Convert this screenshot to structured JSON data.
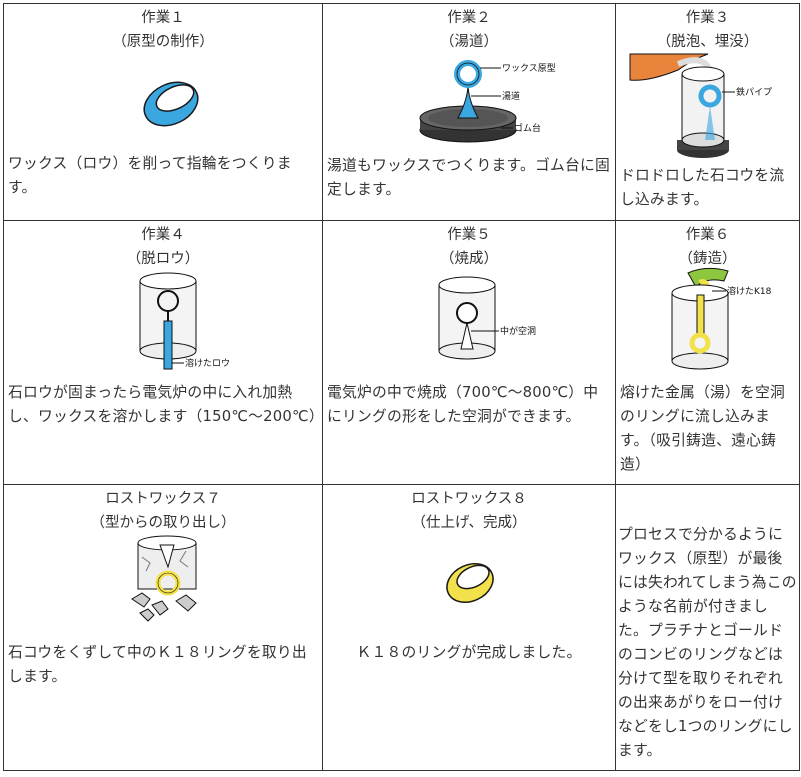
{
  "cells": [
    {
      "title": "作業１",
      "subtitle": "（原型の制作）",
      "text": "ワックス（ロウ）を削って指輪をつくります。"
    },
    {
      "title": "作業２",
      "subtitle": "（湯道）",
      "text": "湯道もワックスでつくります。ゴム台に固定します。",
      "labels": {
        "wax": "ワックス原型",
        "sprue": "湯道",
        "base": "ゴム台"
      }
    },
    {
      "title": "作業３",
      "subtitle": "（脱泡、埋没）",
      "text": "ドロドロした石コウを流し込みます。",
      "labels": {
        "pipe": "鉄パイプ"
      }
    },
    {
      "title": "作業４",
      "subtitle": "（脱ロウ）",
      "text": "石ロウが固まったら電気炉の中に入れ加熱し、ワックスを溶かします（150℃～200℃）",
      "labels": {
        "melt": "溶けたロウ"
      }
    },
    {
      "title": "作業５",
      "subtitle": "（焼成）",
      "text": "電気炉の中で焼成（700℃～800℃）中にリングの形をした空洞ができます。",
      "labels": {
        "hollow": "中が空洞"
      }
    },
    {
      "title": "作業６",
      "subtitle": "（鋳造）",
      "text": "熔けた金属（湯）を空洞のリングに流し込みます。（吸引鋳造、遠心鋳造）",
      "labels": {
        "melt": "溶けたK18"
      }
    },
    {
      "title": "ロストワックス７",
      "subtitle": "（型からの取り出し）",
      "text": "石コウをくずして中のＫ１８リングを取り出します。"
    },
    {
      "title": "ロストワックス８",
      "subtitle": "（仕上げ、完成）",
      "text": "Ｋ１８のリングが完成しました。"
    },
    {
      "text": "プロセスで分かるようにワックス（原型）が最後には失われてしまう為このような名前が付きました。プラチナとゴールドのコンビのリングなどは分けて型を取りそれぞれの出来あがりをロー付けなどをし1つのリングにします。"
    }
  ],
  "colors": {
    "wax_blue": "#3aa7e0",
    "gold": "#f2e14a",
    "orange": "#e8843c",
    "border": "#333333"
  }
}
